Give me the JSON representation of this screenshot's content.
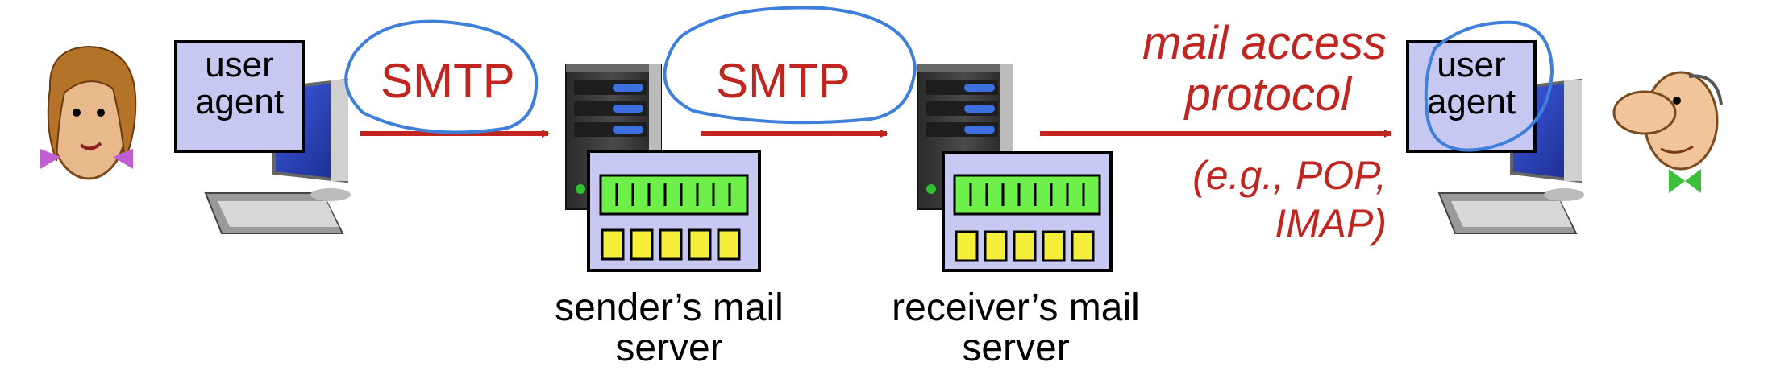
{
  "diagram": {
    "sender_user_agent": {
      "line1": "user",
      "line2": "agent"
    },
    "receiver_user_agent": {
      "line1": "user",
      "line2": "agent"
    },
    "smtp_1": "SMTP",
    "smtp_2": "SMTP",
    "access_protocol": {
      "line1": "mail access",
      "line2": "protocol",
      "line3": "(e.g., POP,",
      "line4": "IMAP)"
    },
    "sender_server": {
      "line1": "sender’s mail",
      "line2": "server"
    },
    "receiver_server": {
      "line1": "receiver’s mail",
      "line2": "server"
    }
  },
  "colors": {
    "arrow_red": "#c0261f",
    "loop_blue": "#3f7fdc",
    "ua_box": "#c7c8f2",
    "server_panel": "#c8c9f3",
    "display_green": "#6ef04a",
    "slot_yellow": "#f6ef3a"
  }
}
